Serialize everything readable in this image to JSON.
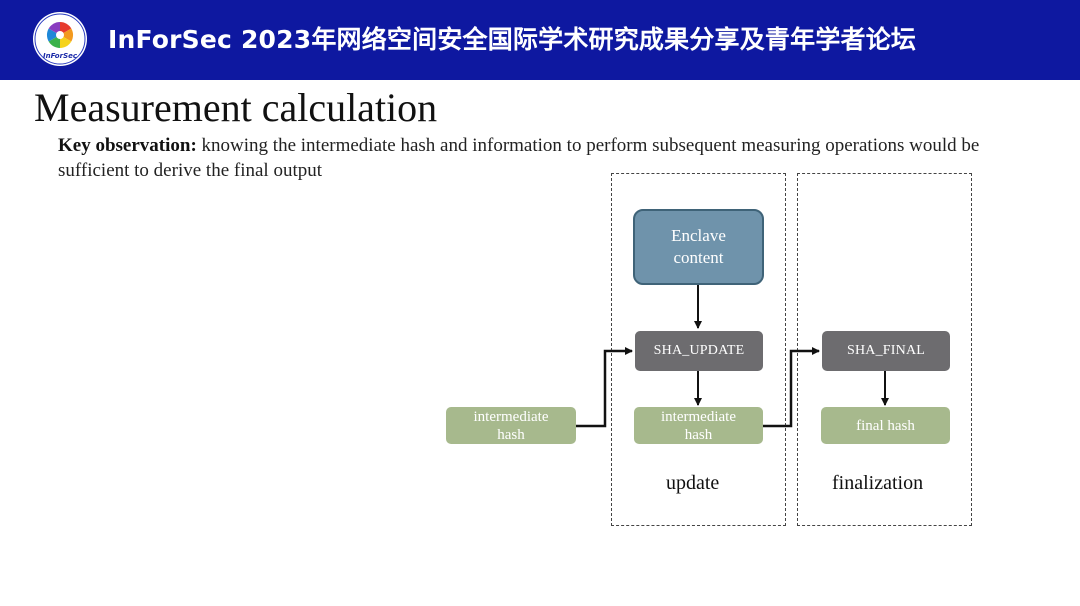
{
  "header": {
    "logo_text": "InForSec",
    "banner_title": "InForSec 2023年网络空间安全国际学术研究成果分享及青年学者论坛"
  },
  "slide": {
    "title": "Measurement calculation",
    "observation_label": "Key observation:",
    "observation_text": " knowing the intermediate hash and information to perform subsequent measuring operations would be sufficient to derive the final output"
  },
  "diagram": {
    "enclave_line1": "Enclave",
    "enclave_line2": "content",
    "sha_update": "SHA_UPDATE",
    "sha_final": "SHA_FINAL",
    "input_hash_line1": "intermediate",
    "input_hash_line2": "hash",
    "update_hash_line1": "intermediate",
    "update_hash_line2": "hash",
    "final_hash": "final hash",
    "update_label": "update",
    "finalization_label": "finalization"
  },
  "colors": {
    "banner": "#0e18a0",
    "enclave_fill": "#6f93ab",
    "sha_fill": "#6d6c6f",
    "hash_fill": "#a7b98d"
  }
}
